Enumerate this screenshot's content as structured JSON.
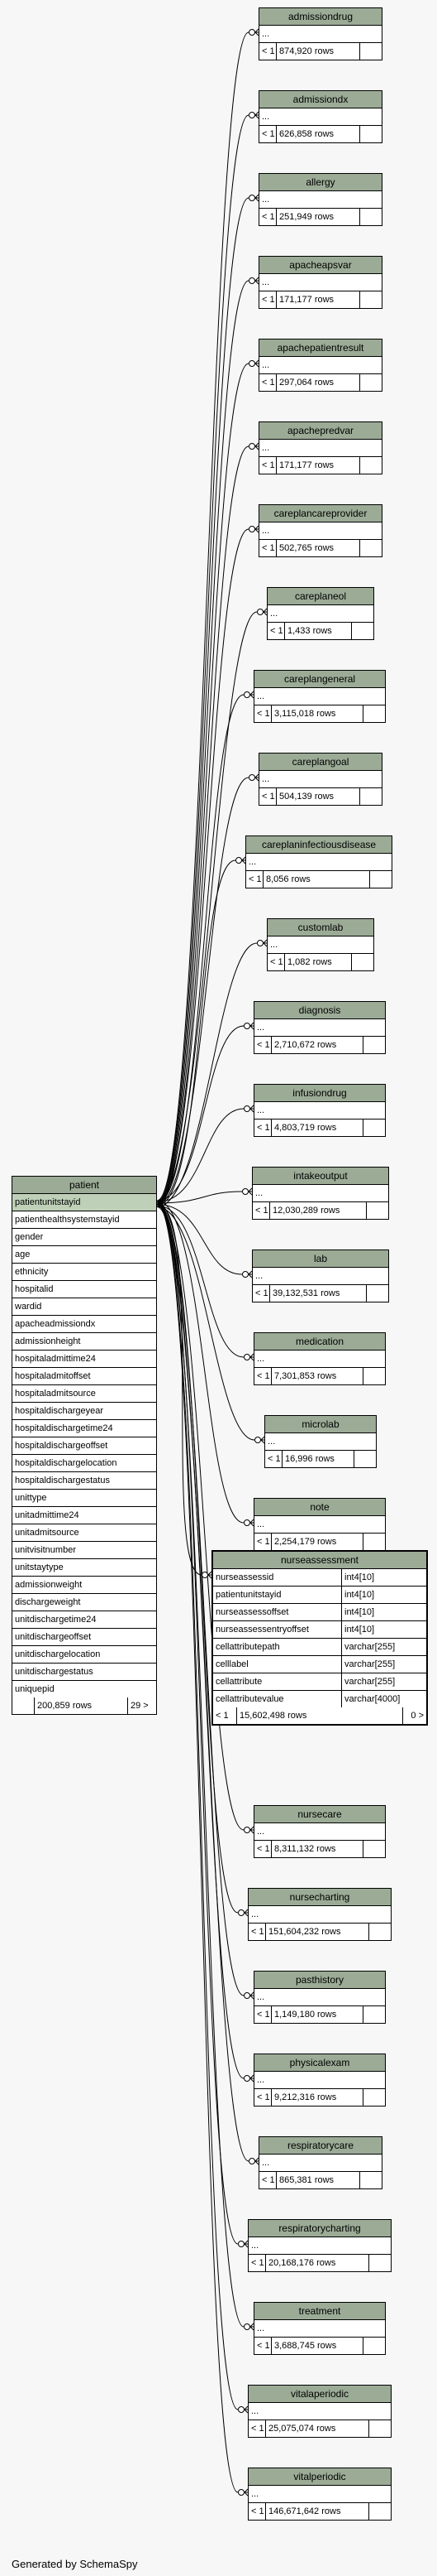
{
  "colors": {
    "header": "#9bab96",
    "key_row": "#bed1b8",
    "background": "#f7f7f7",
    "line": "#000000"
  },
  "stats_prefix": "< 1",
  "placeholder_column": "...",
  "tables": [
    {
      "name": "admissiondrug",
      "rows": "874,920 rows"
    },
    {
      "name": "admissiondx",
      "rows": "626,858 rows"
    },
    {
      "name": "allergy",
      "rows": "251,949 rows"
    },
    {
      "name": "apacheapsvar",
      "rows": "171,177 rows"
    },
    {
      "name": "apachepatientresult",
      "rows": "297,064 rows"
    },
    {
      "name": "apachepredvar",
      "rows": "171,177 rows"
    },
    {
      "name": "careplancareprovider",
      "rows": "502,765 rows"
    },
    {
      "name": "careplaneol",
      "rows": "1,433 rows"
    },
    {
      "name": "careplangeneral",
      "rows": "3,115,018 rows"
    },
    {
      "name": "careplangoal",
      "rows": "504,139 rows"
    },
    {
      "name": "careplaninfectiousdisease",
      "rows": "8,056 rows"
    },
    {
      "name": "customlab",
      "rows": "1,082 rows"
    },
    {
      "name": "diagnosis",
      "rows": "2,710,672 rows"
    },
    {
      "name": "infusiondrug",
      "rows": "4,803,719 rows"
    },
    {
      "name": "intakeoutput",
      "rows": "12,030,289 rows"
    },
    {
      "name": "lab",
      "rows": "39,132,531 rows"
    },
    {
      "name": "medication",
      "rows": "7,301,853 rows"
    },
    {
      "name": "microlab",
      "rows": "16,996 rows"
    },
    {
      "name": "note",
      "rows": "2,254,179 rows"
    },
    {
      "name": "nursecare",
      "rows": "8,311,132 rows"
    },
    {
      "name": "nursecharting",
      "rows": "151,604,232 rows"
    },
    {
      "name": "pasthistory",
      "rows": "1,149,180 rows"
    },
    {
      "name": "physicalexam",
      "rows": "9,212,316 rows"
    },
    {
      "name": "respiratorycare",
      "rows": "865,381 rows"
    },
    {
      "name": "respiratorycharting",
      "rows": "20,168,176 rows"
    },
    {
      "name": "treatment",
      "rows": "3,688,745 rows"
    },
    {
      "name": "vitalaperiodic",
      "rows": "25,075,074 rows"
    },
    {
      "name": "vitalperiodic",
      "rows": "146,671,642 rows"
    }
  ],
  "nurseassessment": {
    "name": "nurseassessment",
    "columns": [
      {
        "name": "nurseassessid",
        "type": "int4[10]"
      },
      {
        "name": "patientunitstayid",
        "type": "int4[10]"
      },
      {
        "name": "nurseassessoffset",
        "type": "int4[10]"
      },
      {
        "name": "nurseassessentryoffset",
        "type": "int4[10]"
      },
      {
        "name": "cellattributepath",
        "type": "varchar[255]"
      },
      {
        "name": "celllabel",
        "type": "varchar[255]"
      },
      {
        "name": "cellattribute",
        "type": "varchar[255]"
      },
      {
        "name": "cellattributevalue",
        "type": "varchar[4000]"
      }
    ],
    "stats": {
      "prefix": "< 1",
      "rows": "15,602,498 rows",
      "children": "0 >"
    }
  },
  "patient": {
    "name": "patient",
    "columns": [
      "patientunitstayid",
      "patienthealthsystemstayid",
      "gender",
      "age",
      "ethnicity",
      "hospitalid",
      "wardid",
      "apacheadmissiondx",
      "admissionheight",
      "hospitaladmittime24",
      "hospitaladmitoffset",
      "hospitaladmitsource",
      "hospitaldischargeyear",
      "hospitaldischargetime24",
      "hospitaldischargeoffset",
      "hospitaldischargelocation",
      "hospitaldischargestatus",
      "unittype",
      "unitadmittime24",
      "unitadmitsource",
      "unitvisitnumber",
      "unitstaytype",
      "admissionweight",
      "dischargeweight",
      "unitdischargetime24",
      "unitdischargeoffset",
      "unitdischargelocation",
      "unitdischargestatus",
      "uniquepid"
    ],
    "stats": {
      "rows": "200,859 rows",
      "children": "29 >"
    }
  },
  "footer": "Generated by SchemaSpy"
}
